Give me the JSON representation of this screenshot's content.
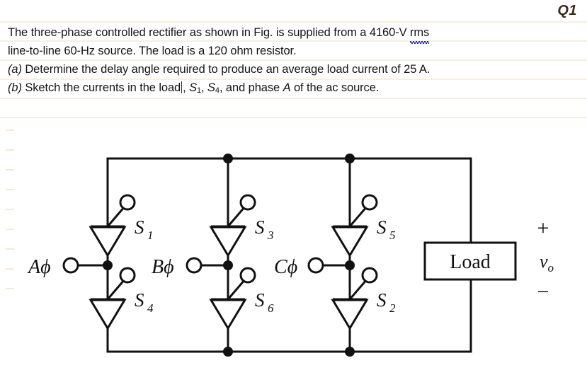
{
  "header": {
    "question_label": "Q1"
  },
  "problem": {
    "line1_a": "The three-phase controlled rectifier as shown in Fig. is supplied from a 4160-V ",
    "line1_misspelled": "rms",
    "line2": "line-to-line 60-Hz source. The load is a 120 ohm resistor.",
    "part_a_marker": "(a)",
    "part_a_text": " Determine the delay angle required to produce an average load current of 25 A.",
    "part_b_marker": "(b)",
    "part_b_text_1": "  Sketch the currents in the load",
    "part_b_text_2": ", ",
    "part_b_s1": "S",
    "part_b_s1_sub": "1",
    "part_b_sep1": ", ",
    "part_b_s4": "S",
    "part_b_s4_sub": "4",
    "part_b_text_3": ", and phase ",
    "part_b_phase": "A",
    "part_b_text_4": " of the ac source."
  },
  "circuit": {
    "type": "three-phase-full-bridge-controlled-rectifier",
    "thyristors": [
      {
        "id": "S1",
        "letter": "S",
        "sub": "1",
        "leg": "A",
        "position": "upper"
      },
      {
        "id": "S4",
        "letter": "S",
        "sub": "4",
        "leg": "A",
        "position": "lower"
      },
      {
        "id": "S3",
        "letter": "S",
        "sub": "3",
        "leg": "B",
        "position": "upper"
      },
      {
        "id": "S6",
        "letter": "S",
        "sub": "6",
        "leg": "B",
        "position": "lower"
      },
      {
        "id": "S5",
        "letter": "S",
        "sub": "5",
        "leg": "C",
        "position": "upper"
      },
      {
        "id": "S2",
        "letter": "S",
        "sub": "2",
        "leg": "C",
        "position": "lower"
      }
    ],
    "phase_terminals": [
      {
        "id": "A",
        "letter": "A",
        "symbol": "ϕ"
      },
      {
        "id": "B",
        "letter": "B",
        "symbol": "ϕ"
      },
      {
        "id": "C",
        "letter": "C",
        "symbol": "ϕ"
      }
    ],
    "load_box_label": "Load",
    "output_plus": "+",
    "output_minus": "−",
    "output_var": "v",
    "output_var_sub": "o"
  },
  "colors": {
    "ink": "#111111",
    "rule_line": "#f6eedc",
    "question_label": "#3a2a14",
    "spellcheck_underline": "#2222cc",
    "page_background": "#ffffff"
  }
}
